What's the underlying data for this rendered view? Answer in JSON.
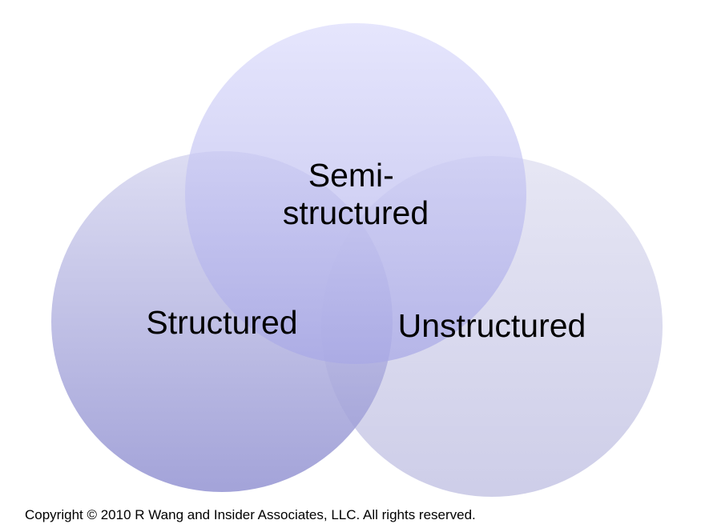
{
  "diagram": {
    "type": "venn",
    "sets": [
      {
        "id": "semi",
        "label_lines": [
          "Semi-",
          "structured"
        ]
      },
      {
        "id": "structured",
        "label_lines": [
          "Structured"
        ]
      },
      {
        "id": "unstructured",
        "label_lines": [
          "Unstructured"
        ]
      }
    ],
    "colors": {
      "semi": "#c9c9f2",
      "structured": "#9e9ed6",
      "unstructured": "#d4d4ec"
    }
  },
  "footer": {
    "copyright": "Copyright © 2010 R Wang and Insider Associates, LLC. All rights reserved."
  }
}
